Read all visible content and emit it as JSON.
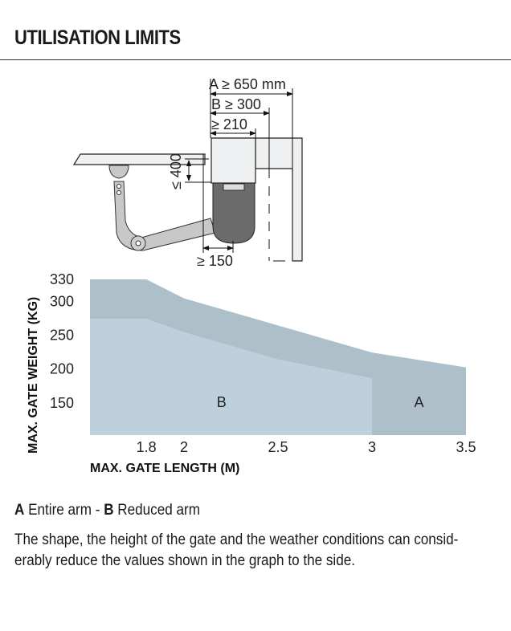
{
  "title": "UTILISATION LIMITS",
  "diagram": {
    "dim_a": "A ≥ 650 mm",
    "dim_b": "B ≥ 300",
    "dim_210": "≥ 210",
    "dim_400": "≤ 400",
    "dim_150": "≥ 150"
  },
  "chart_data": {
    "type": "area",
    "xlabel": "MAX. GATE LENGTH (M)",
    "ylabel": "MAX. GATE WEIGHT (KG)",
    "xlim": [
      1.5,
      3.5
    ],
    "ylim": [
      100,
      330
    ],
    "xticks": [
      "1.8",
      "2",
      "2.5",
      "3",
      "3.5"
    ],
    "xtick_values": [
      1.8,
      2,
      2.5,
      3,
      3.5
    ],
    "yticks": [
      "330",
      "300",
      "250",
      "200",
      "150"
    ],
    "ytick_values": [
      330,
      300,
      250,
      200,
      150
    ],
    "colors": {
      "A": "#adbfc9",
      "B": "#bdd0dc"
    },
    "series": [
      {
        "name": "A",
        "label": "A",
        "label_at": [
          3.25,
          150
        ],
        "x": [
          1.5,
          1.8,
          2,
          2.5,
          3,
          3.5
        ],
        "y": [
          330,
          330,
          302,
          262,
          222,
          200
        ]
      },
      {
        "name": "B",
        "label": "B",
        "label_at": [
          2.2,
          150
        ],
        "x": [
          1.5,
          1.8,
          2,
          2.5,
          3
        ],
        "y": [
          272,
          272,
          252,
          212,
          184
        ]
      }
    ]
  },
  "legend": {
    "a_key": "A",
    "a_text": " Entire arm - ",
    "b_key": "B",
    "b_text": " Reduced arm"
  },
  "note": "The shape, the height of the gate and the weather conditions can consid-erably reduce the values shown in the graph to the side."
}
